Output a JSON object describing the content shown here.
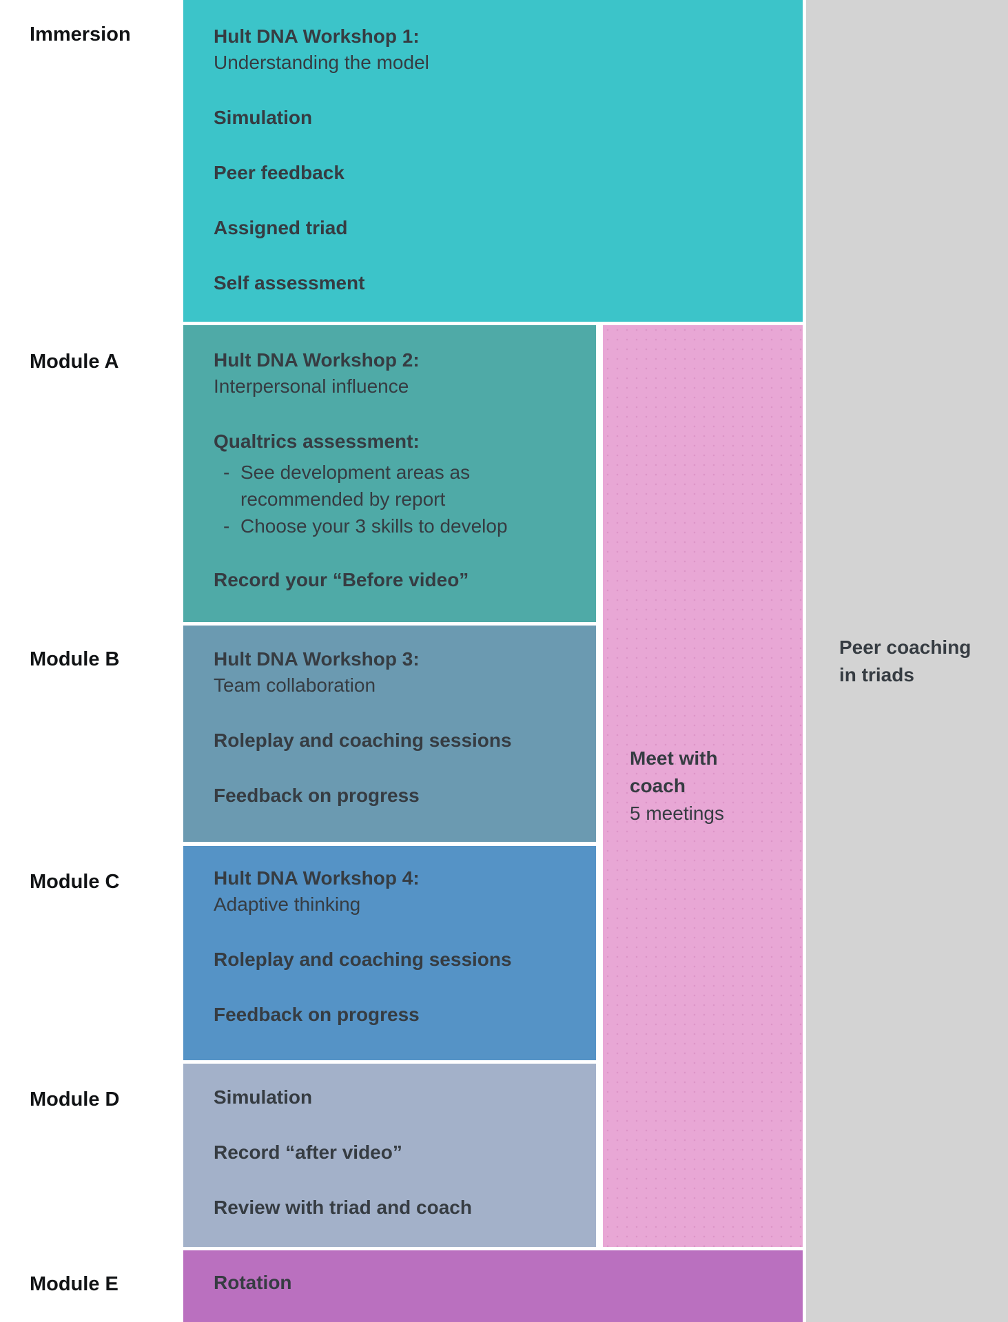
{
  "labels": {
    "immersion": "Immersion",
    "module_a": "Module A",
    "module_b": "Module B",
    "module_c": "Module C",
    "module_d": "Module D",
    "module_e": "Module E"
  },
  "blocks": {
    "immersion": {
      "title": "Hult DNA Workshop 1:",
      "subtitle": "Understanding the model",
      "items": [
        "Simulation",
        "Peer feedback",
        "Assigned triad",
        "Self assessment"
      ]
    },
    "module_a": {
      "title": "Hult DNA Workshop 2:",
      "subtitle": "Interpersonal influence",
      "section_title": "Qualtrics assessment:",
      "bullet_marker": "-",
      "bullets": [
        "See development areas as\nrecommended by report",
        "Choose your 3 skills to develop"
      ],
      "footer": "Record your “Before video”"
    },
    "module_b": {
      "title": "Hult DNA Workshop 3:",
      "subtitle": "Team collaboration",
      "items": [
        "Roleplay and coaching sessions",
        "Feedback on progress"
      ]
    },
    "module_c": {
      "title": "Hult DNA Workshop 4:",
      "subtitle": "Adaptive thinking",
      "items": [
        "Roleplay and coaching sessions",
        "Feedback on progress"
      ]
    },
    "module_d": {
      "items": [
        "Simulation",
        "Record “after video”",
        "Review with triad and coach"
      ]
    },
    "module_e": {
      "title": "Rotation"
    },
    "coach": {
      "title": "Meet with\ncoach",
      "subtitle": "5 meetings"
    },
    "peer_coaching": {
      "title": "Peer coaching\nin triads"
    }
  },
  "colors": {
    "teal": "#3cc4c9",
    "green": "#4faaa7",
    "steel_blue": "#6b9ab1",
    "blue": "#5593c6",
    "periwinkle": "#a3b1c9",
    "purple": "#ba70bf",
    "pink": "#e8a7d5",
    "gray": "#d3d3d3",
    "label_text": "#111315",
    "block_text": "#363c42"
  }
}
